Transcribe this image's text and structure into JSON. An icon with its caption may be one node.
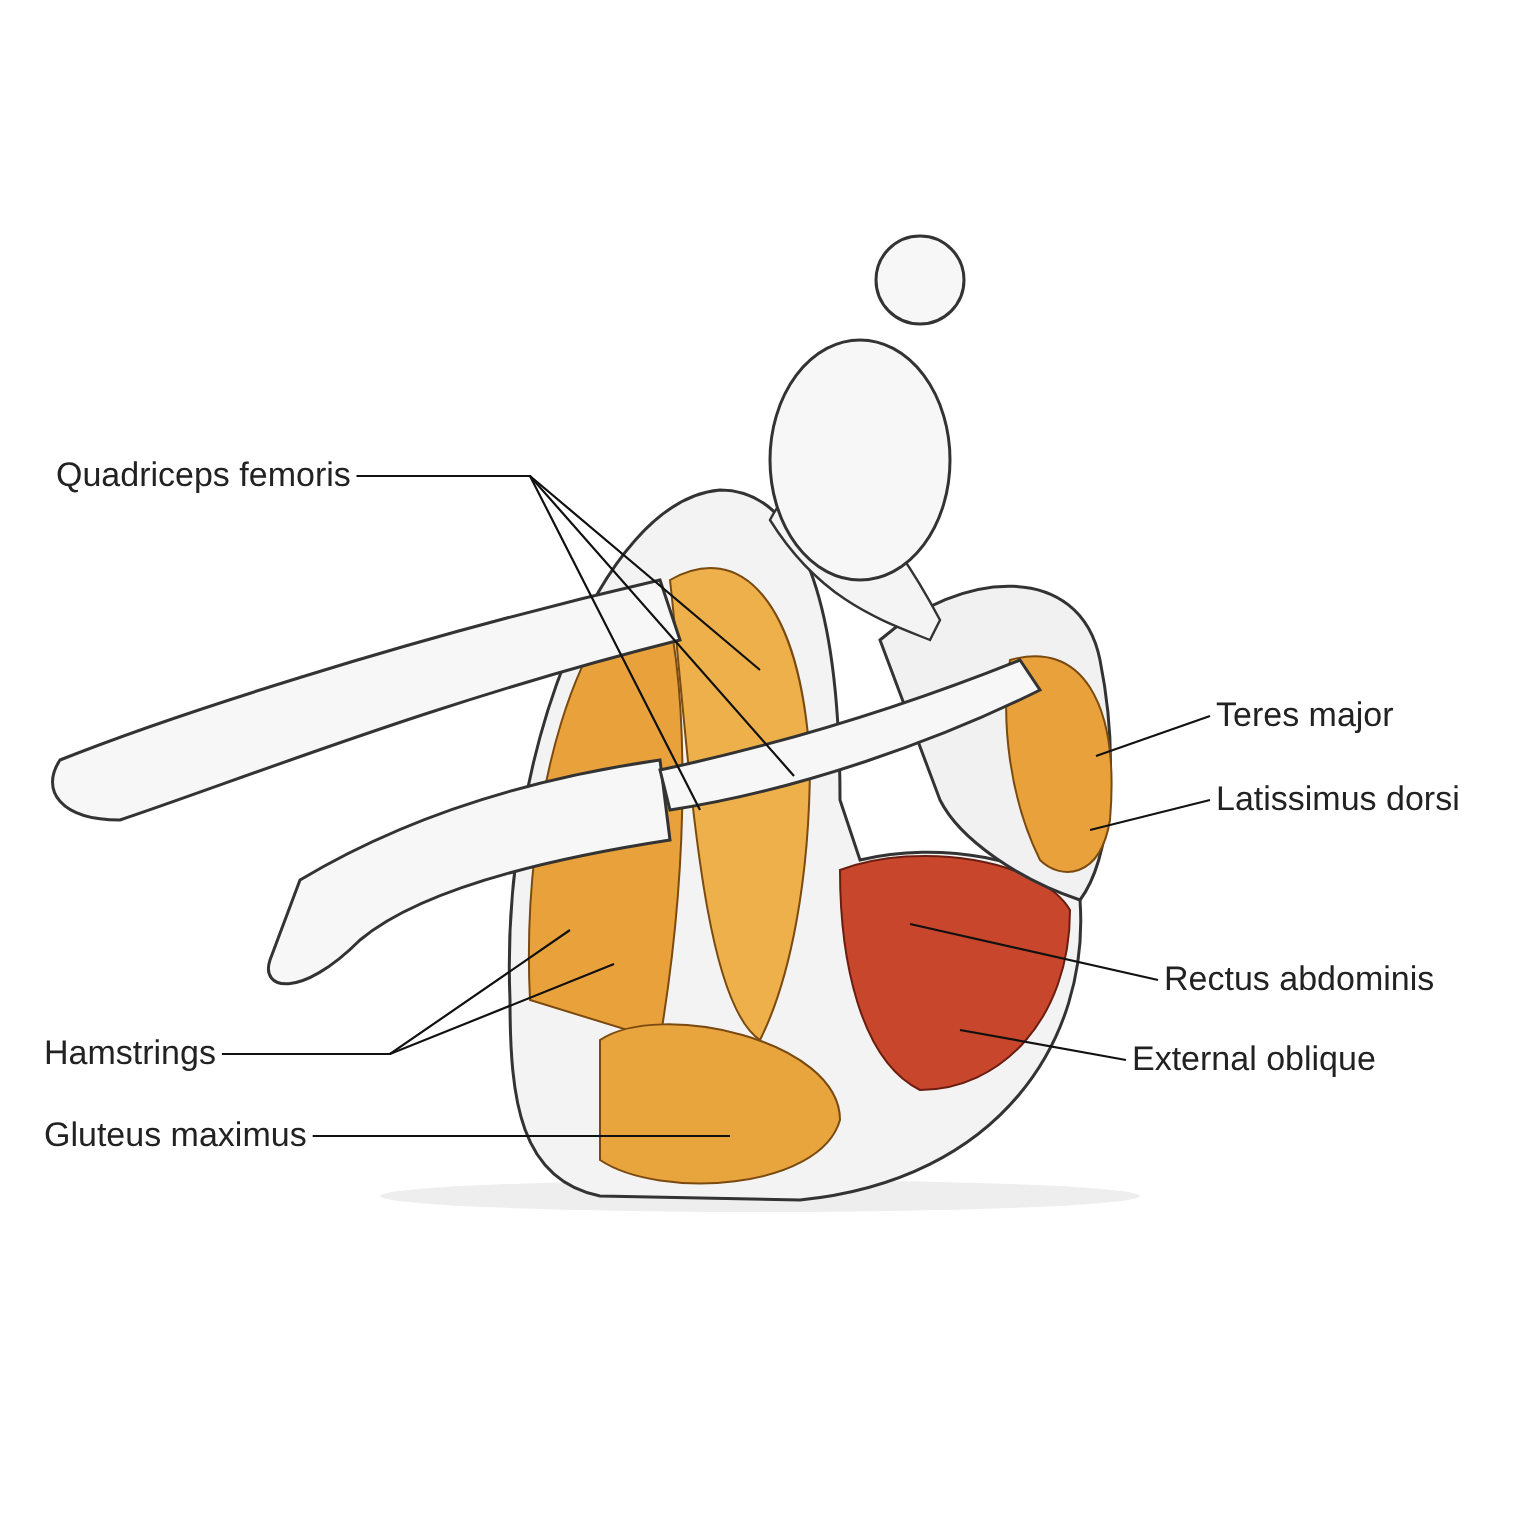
{
  "diagram": {
    "nodes": [
      {
        "text": [
          "Quadriceps femoris"
        ]
      },
      {
        "text": [
          "Teres major"
        ]
      },
      {
        "text": [
          "Latissimus dorsi"
        ]
      },
      {
        "text": [
          "Rectus abdominis"
        ]
      },
      {
        "text": [
          "Hamstrings"
        ]
      },
      {
        "text": [
          "External oblique"
        ]
      },
      {
        "text": [
          "Gluteus maximus"
        ]
      }
    ],
    "edges": [
      {
        "from": 0,
        "to": null,
        "arrow": "none"
      },
      {
        "from": 0,
        "to": null,
        "arrow": "none"
      },
      {
        "from": 0,
        "to": null,
        "arrow": "none"
      },
      {
        "from": 1,
        "to": null,
        "arrow": "none"
      },
      {
        "from": 2,
        "to": null,
        "arrow": "none"
      },
      {
        "from": 3,
        "to": null,
        "arrow": "none"
      },
      {
        "from": 4,
        "to": null,
        "arrow": "none"
      },
      {
        "from": 4,
        "to": null,
        "arrow": "none"
      },
      {
        "from": 5,
        "to": null,
        "arrow": "none"
      },
      {
        "from": 6,
        "to": null,
        "arrow": "none"
      }
    ]
  }
}
